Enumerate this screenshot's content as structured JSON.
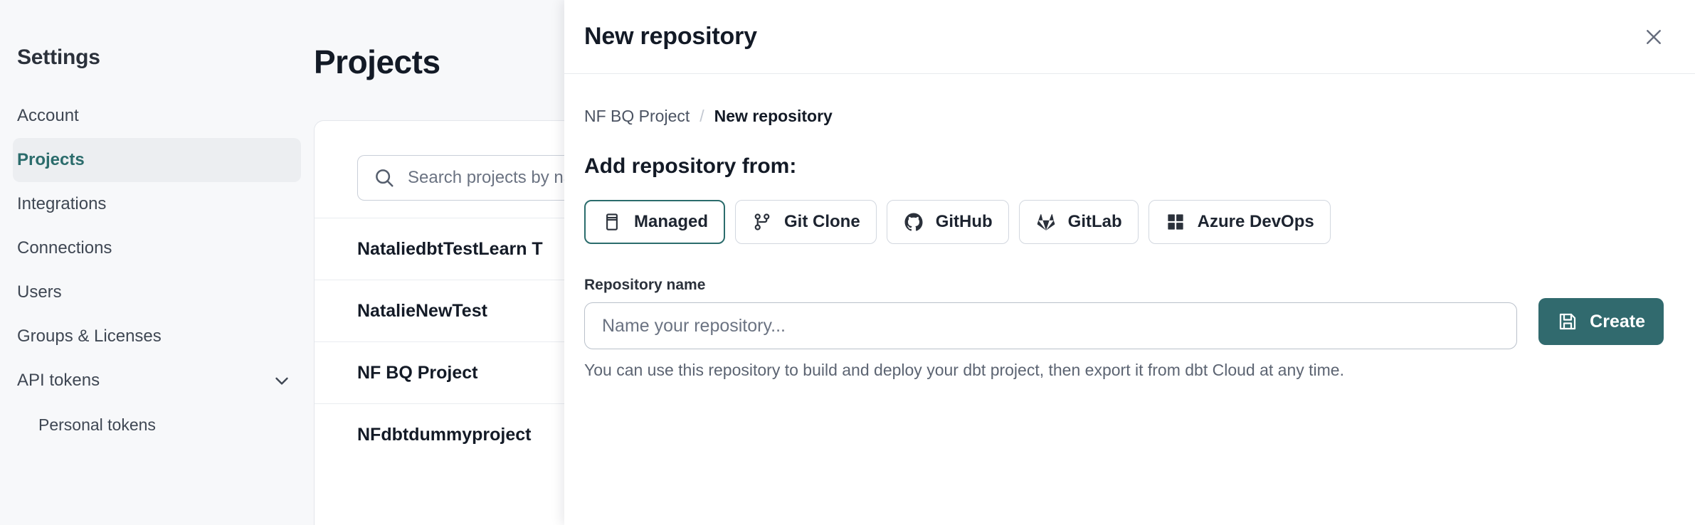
{
  "sidebar": {
    "title": "Settings",
    "items": [
      {
        "label": "Account",
        "active": false,
        "sub": false,
        "chevron": false
      },
      {
        "label": "Projects",
        "active": true,
        "sub": false,
        "chevron": false
      },
      {
        "label": "Integrations",
        "active": false,
        "sub": false,
        "chevron": false
      },
      {
        "label": "Connections",
        "active": false,
        "sub": false,
        "chevron": false
      },
      {
        "label": "Users",
        "active": false,
        "sub": false,
        "chevron": false
      },
      {
        "label": "Groups & Licenses",
        "active": false,
        "sub": false,
        "chevron": false
      },
      {
        "label": "API tokens",
        "active": false,
        "sub": false,
        "chevron": true
      },
      {
        "label": "Personal tokens",
        "active": false,
        "sub": true,
        "chevron": false
      }
    ],
    "chevron_icon": "chevron-down-icon"
  },
  "main": {
    "page_title": "Projects",
    "search": {
      "icon": "search-icon",
      "placeholder": "Search projects by name",
      "value": ""
    },
    "projects": [
      {
        "name": "NataliedbtTestLearn T"
      },
      {
        "name": "NatalieNewTest"
      },
      {
        "name": "NF BQ Project"
      },
      {
        "name": "NFdbtdummyproject"
      }
    ]
  },
  "modal": {
    "title": "New repository",
    "close_icon": "close-icon",
    "breadcrumb": {
      "parent": "NF BQ Project",
      "separator": "/",
      "current": "New repository"
    },
    "section_title": "Add repository from:",
    "repo_types": [
      {
        "label": "Managed",
        "icon": "database-icon",
        "selected": true
      },
      {
        "label": "Git Clone",
        "icon": "git-branch-icon",
        "selected": false
      },
      {
        "label": "GitHub",
        "icon": "github-icon",
        "selected": false
      },
      {
        "label": "GitLab",
        "icon": "gitlab-icon",
        "selected": false
      },
      {
        "label": "Azure DevOps",
        "icon": "azure-devops-icon",
        "selected": false
      }
    ],
    "repository_name": {
      "label": "Repository name",
      "placeholder": "Name your repository...",
      "value": "",
      "hint": "You can use this repository to build and deploy your dbt project, then export it from dbt Cloud at any time."
    },
    "create_button": {
      "label": "Create",
      "icon": "save-icon"
    }
  },
  "colors": {
    "accent": "#2b6c6c",
    "accent_button": "#316a6e",
    "text_primary": "#131a26",
    "text_secondary": "#5c6472",
    "page_bg": "#f7f8fa",
    "panel_bg": "#ffffff",
    "border": "#e3e6eb"
  }
}
